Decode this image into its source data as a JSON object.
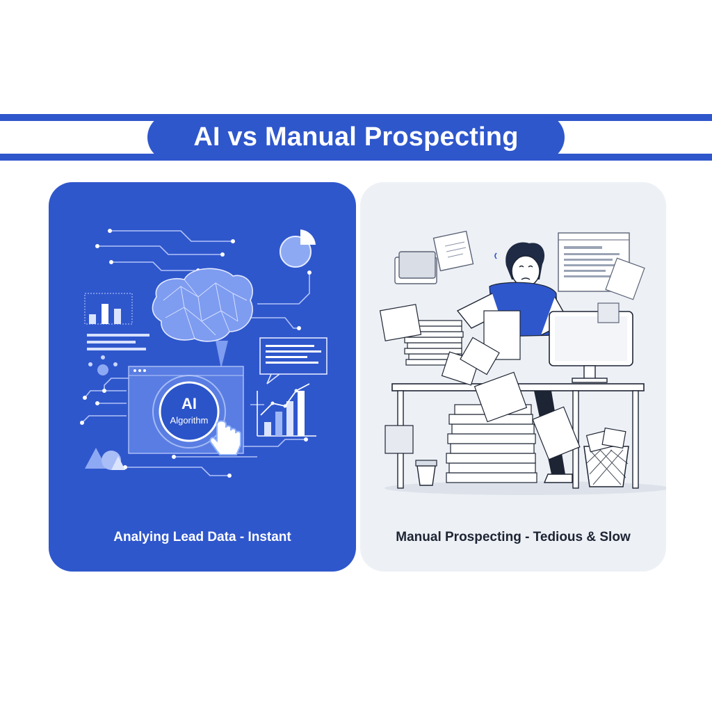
{
  "banner": {
    "title": "AI vs Manual Prospecting"
  },
  "left_panel": {
    "badge_line1": "AI",
    "badge_line2": "Algorithm",
    "caption": "Analying Lead Data - Instant"
  },
  "right_panel": {
    "caption": "Manual Prospecting - Tedious & Slow"
  },
  "colors": {
    "brand_blue": "#2f57cc",
    "light_panel": "#edf0f5",
    "ink": "#1d2433"
  },
  "icons": [
    "brain-icon",
    "pie-chart-icon",
    "bar-chart-icon",
    "cursor-hand-icon",
    "computer-monitor-icon",
    "waste-basket-icon",
    "coffee-cup-icon"
  ]
}
